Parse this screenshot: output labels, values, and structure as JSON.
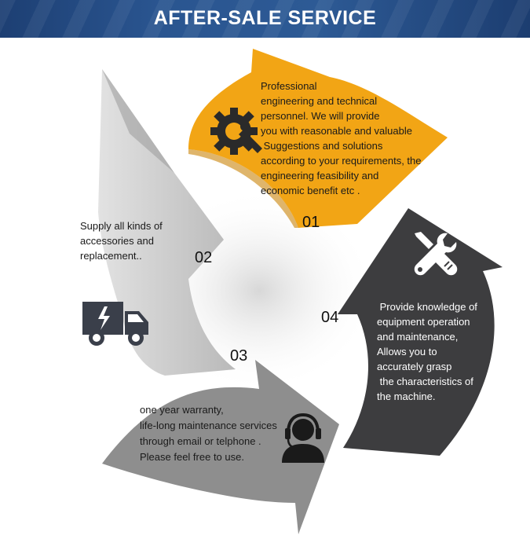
{
  "header": {
    "title": "AFTER-SALE SERVICE"
  },
  "steps": [
    {
      "number": "01",
      "color": "#f2a515",
      "icon": "gear-wrench-icon",
      "text": "Professional\nengineering and technical\npersonnel. We will provide\nyou with reasonable and valuable\n Suggestions and solutions\naccording to your requirements, the\nengineering feasibility and\neconomic benefit etc ."
    },
    {
      "number": "02",
      "color": "#d6d6d6",
      "icon": "delivery-truck-icon",
      "text": "Supply all kinds of\naccessories and\nreplacement.."
    },
    {
      "number": "03",
      "color": "#8e8e8e",
      "icon": "customer-service-headset-icon",
      "text": "one year warranty,\nlife-long maintenance services\nthrough email or telphone .\nPlease feel free to use."
    },
    {
      "number": "04",
      "color": "#3d3d3f",
      "icon": "wrench-screwdriver-icon",
      "text": " Provide knowledge of\nequipment operation\nand maintenance,\nAllows you to\naccurately grasp\n the characteristics of\nthe machine."
    }
  ]
}
